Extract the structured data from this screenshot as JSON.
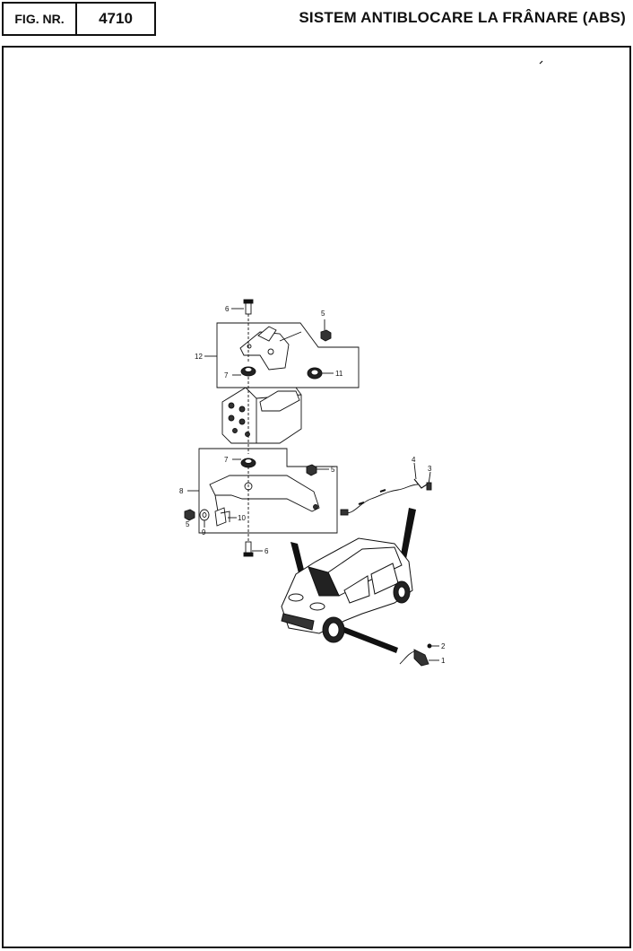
{
  "header": {
    "fig_label": "FIG. NR.",
    "fig_number": "4710",
    "title": "SISTEM ANTIBLOCARE LA FRÂNARE (ABS)"
  },
  "diagram": {
    "callouts": {
      "c1": "1",
      "c2": "2",
      "c3": "3",
      "c4": "4",
      "c5a": "5",
      "c5b": "5",
      "c5c": "5",
      "c6a": "6",
      "c6b": "6",
      "c7a": "7",
      "c7b": "7",
      "c8": "8",
      "c9": "9",
      "c10": "10",
      "c11": "11",
      "c12": "12"
    }
  }
}
